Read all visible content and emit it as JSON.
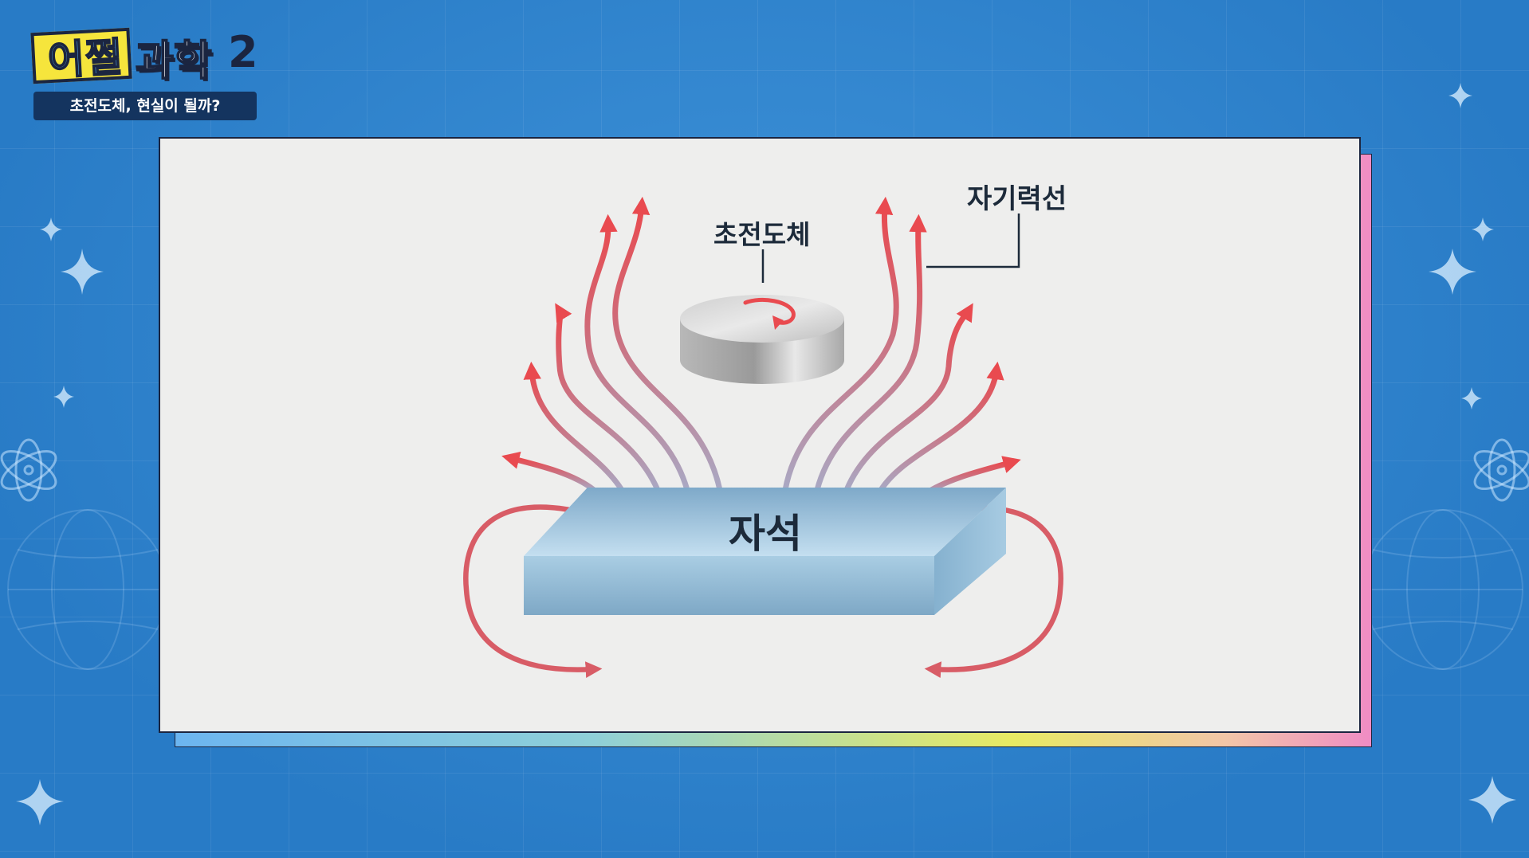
{
  "logo": {
    "part1": "어쩔",
    "part2": "과학",
    "number": "2"
  },
  "subtitle": "초전도체, 현실이 될까?",
  "diagram": {
    "superconductor_label": "초전도체",
    "field_lines_label": "자기력선",
    "magnet_label": "자석"
  },
  "colors": {
    "background": "#2f86cf",
    "panel": "#eeeeed",
    "field_line": "#e04a4f",
    "magnet": "#8fb9d6",
    "logo_yellow": "#f6e53c",
    "subtitle_bg": "#14345f"
  },
  "icons": [
    "sparkle-icon",
    "atom-icon",
    "globe-icon"
  ]
}
